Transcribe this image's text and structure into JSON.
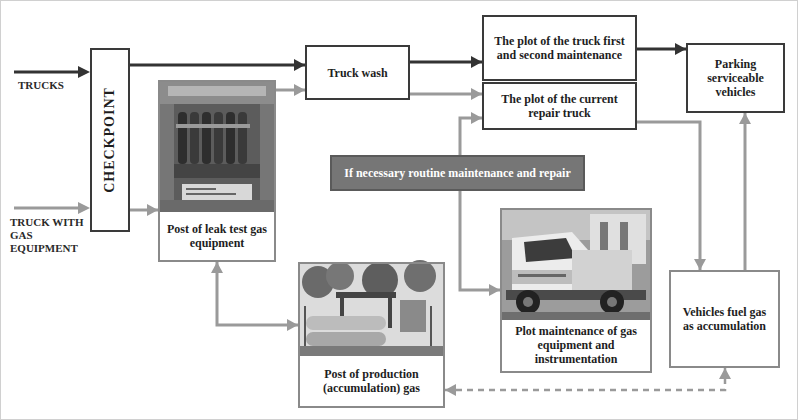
{
  "diagram": {
    "nodes": [
      {
        "text": [
          "CHECKPOINT"
        ]
      },
      {
        "text": [
          "Post of leak test gas equipment"
        ]
      },
      {
        "text": [
          "Truck wash"
        ]
      },
      {
        "text": [
          "The plot of the truck first and second maintenance"
        ]
      },
      {
        "text": [
          "The plot of the current repair truck"
        ]
      },
      {
        "text": [
          "Parking serviceable vehicles"
        ]
      },
      {
        "text": [
          "If necessary routine maintenance and repair"
        ]
      },
      {
        "text": [
          "Plot maintenance of gas equipment and instrumentation"
        ]
      },
      {
        "text": [
          "Vehicles fuel gas as accumulation"
        ]
      },
      {
        "text": [
          "Post of production (accumulation) gas"
        ]
      }
    ],
    "edges": [
      {
        "from": 0,
        "to": 2,
        "arrow": "to"
      },
      {
        "from": 0,
        "to": 1,
        "arrow": "to"
      },
      {
        "from": 1,
        "to": 2,
        "arrow": "to"
      },
      {
        "from": 2,
        "to": 3,
        "arrow": "to"
      },
      {
        "from": 2,
        "to": 4,
        "arrow": "to"
      },
      {
        "from": 3,
        "to": 5,
        "arrow": "to"
      },
      {
        "from": 4,
        "to": 8,
        "arrow": "to"
      },
      {
        "from": 8,
        "to": 5,
        "arrow": "to"
      },
      {
        "from": 1,
        "to": 9,
        "arrow": "both"
      },
      {
        "from": 9,
        "to": 8,
        "arrow": "both"
      },
      {
        "from": 6,
        "to": 4,
        "arrow": "to"
      },
      {
        "from": 6,
        "to": 7,
        "arrow": "to"
      }
    ],
    "labels": [
      "TRUCKS",
      "TRUCK WITH GAS EQUIPMENT"
    ]
  }
}
